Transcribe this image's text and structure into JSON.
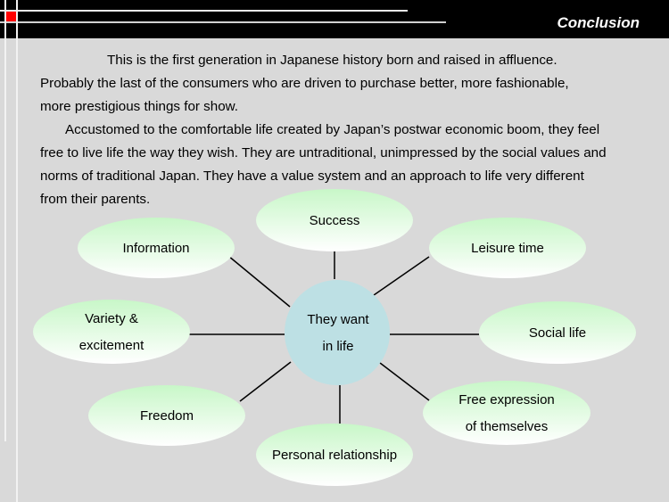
{
  "header": {
    "title": "Conclusion",
    "accent_color": "#ff0000"
  },
  "body": {
    "paragraph1_lines": [
      "This is the first generation in Japanese history born and raised in affluence.",
      "Probably the last of the consumers who are driven to purchase better, more fashionable,",
      "more prestigious things for show."
    ],
    "paragraph2_lines": [
      "Accustomed to the comfortable life created by Japan’s postwar economic boom, they feel",
      "free to live life the way they wish. They are untraditional, unimpressed by the social values and",
      "norms of traditional Japan. They have a value system and an approach to life very different",
      "from their parents."
    ]
  },
  "diagram": {
    "center": {
      "lines": [
        "They  want",
        "in life"
      ],
      "color": "#bde0e4"
    },
    "node_color_top": "#c8f7c8",
    "node_color_bottom": "#ffffff",
    "nodes": [
      {
        "id": "success",
        "lines": [
          "Success"
        ]
      },
      {
        "id": "information",
        "lines": [
          "Information"
        ]
      },
      {
        "id": "leisure-time",
        "lines": [
          "Leisure time"
        ]
      },
      {
        "id": "variety-excitement",
        "lines": [
          "Variety &",
          "excitement"
        ]
      },
      {
        "id": "social-life",
        "lines": [
          "Social life"
        ]
      },
      {
        "id": "freedom",
        "lines": [
          "Freedom"
        ]
      },
      {
        "id": "free-expression",
        "lines": [
          "Free expression",
          "of themselves"
        ]
      },
      {
        "id": "personal-relationship",
        "lines": [
          "Personal relationship"
        ]
      }
    ]
  }
}
